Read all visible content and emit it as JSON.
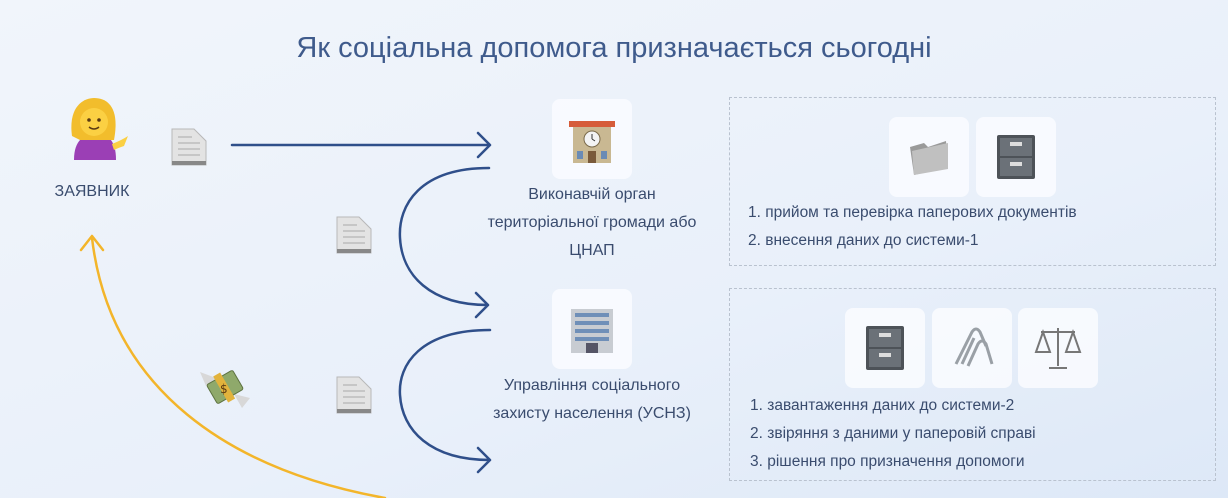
{
  "title": "Як соціальна допомога призначається сьогодні",
  "applicant": {
    "label": "ЗАЯВНИК",
    "icon": "person-tipping-hand-icon"
  },
  "nodes": [
    {
      "lines": [
        "Виконавчій орган",
        "територіальної громади або",
        "ЦНАП"
      ],
      "icon": "office-building-icon"
    },
    {
      "lines": [
        "Управління соціального",
        "захисту населення (УСНЗ)"
      ],
      "icon": "government-building-icon"
    }
  ],
  "process_boxes": [
    {
      "icons": [
        "folder-icon",
        "file-cabinet-icon"
      ],
      "steps": [
        "1. прийом та перевірка паперових документів",
        "2. внесення даних до системи-1"
      ]
    },
    {
      "icons": [
        "file-cabinet-icon",
        "paperclips-icon",
        "scales-icon"
      ],
      "steps": [
        "1. завантаження даних до системи-2",
        "2. звіряння з даними у паперовій справі",
        "3. рішення про призначення допомоги"
      ]
    }
  ],
  "colors": {
    "flow_arrow": "#2f4f8a",
    "payment_arrow": "#f3b52a",
    "title": "#3f5b8c"
  }
}
